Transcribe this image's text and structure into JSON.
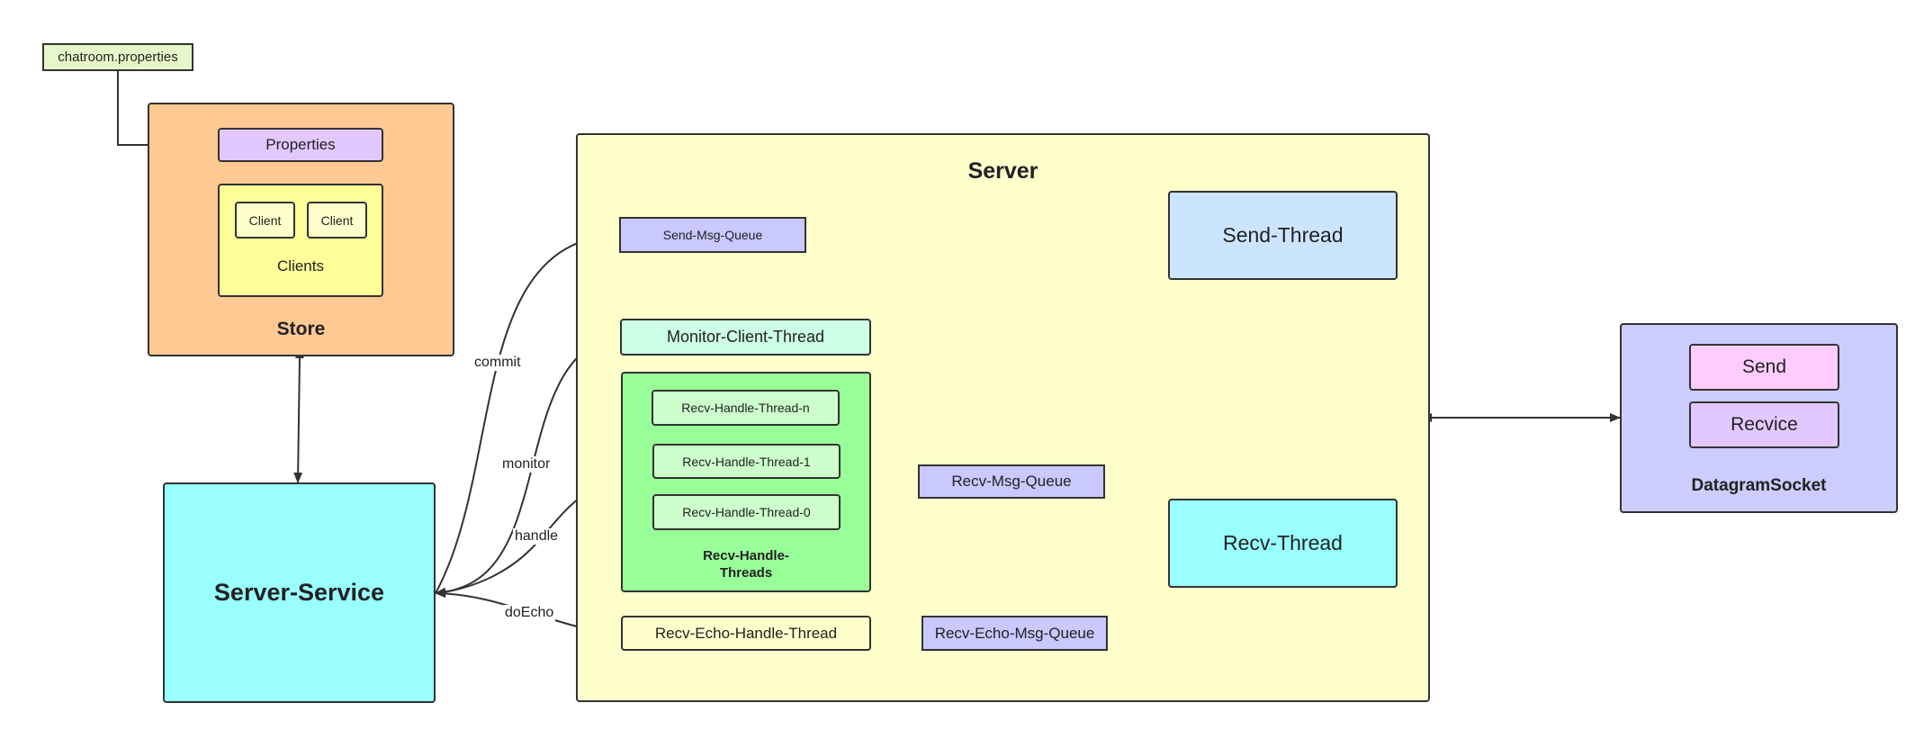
{
  "nodes": {
    "chatroom_properties": {
      "label": "chatroom.properties",
      "color": "#e6f7c9"
    },
    "store": {
      "label": "Store",
      "color": "#ffc994"
    },
    "properties": {
      "label": "Properties",
      "color": "#e3c8ff"
    },
    "clients": {
      "label": "Clients",
      "color": "#ffff99"
    },
    "client_a": {
      "label": "Client",
      "color": "#ffffcc"
    },
    "client_b": {
      "label": "Client",
      "color": "#ffffcc"
    },
    "server_service": {
      "label": "Server-Service",
      "color": "#99ffff"
    },
    "server": {
      "label": "Server",
      "color": "#ffffcc"
    },
    "send_msg_queue": {
      "label": "Send-Msg-Queue",
      "color": "#c9c8ff"
    },
    "send_thread": {
      "label": "Send-Thread",
      "color": "#cce5ff"
    },
    "monitor_client_thread": {
      "label": "Monitor-Client-Thread",
      "color": "#ccffe5"
    },
    "recv_handle_threads": {
      "label": "Recv-Handle-Threads",
      "color": "#99ff99"
    },
    "recv_handle_thread_n": {
      "label": "Recv-Handle-Thread-n",
      "color": "#ccffcc"
    },
    "recv_handle_thread_1": {
      "label": "Recv-Handle-Thread-1",
      "color": "#ccffcc"
    },
    "recv_handle_thread_0": {
      "label": "Recv-Handle-Thread-0",
      "color": "#ccffcc"
    },
    "recv_msg_queue": {
      "label": "Recv-Msg-Queue",
      "color": "#c9c8ff"
    },
    "recv_thread": {
      "label": "Recv-Thread",
      "color": "#99ffff"
    },
    "recv_echo_handle_thread": {
      "label": "Recv-Echo-Handle-Thread",
      "color": "#ffffcc"
    },
    "recv_echo_msg_queue": {
      "label": "Recv-Echo-Msg-Queue",
      "color": "#c9c8ff"
    },
    "datagram_socket": {
      "label": "DatagramSocket",
      "color": "#ccccff"
    },
    "send": {
      "label": "Send",
      "color": "#ffccff"
    },
    "recvice": {
      "label": "Recvice",
      "color": "#e3c8ff"
    }
  },
  "edges": {
    "commit": {
      "label": "commit"
    },
    "monitor": {
      "label": "monitor"
    },
    "handle": {
      "label": "handle"
    },
    "do_echo": {
      "label": "doEcho"
    }
  },
  "colors": {
    "stroke": "#333333",
    "text": "#222222"
  }
}
